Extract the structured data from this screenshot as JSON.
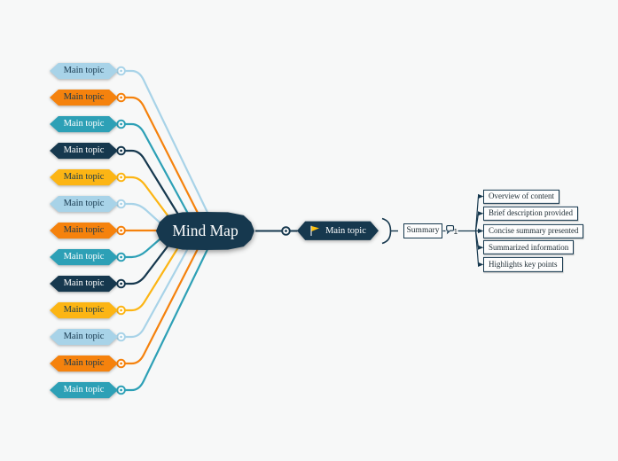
{
  "palette": {
    "light_blue": "#A8D3E8",
    "orange": "#F5820D",
    "teal": "#2DA0B6",
    "navy": "#16384E",
    "yellow": "#FCB514",
    "background": "#f7f8f8",
    "flag_yellow": "#FFC20E",
    "node_text_dark": "#16384E",
    "node_text_light": "#FFFFFF"
  },
  "left_topics": [
    {
      "label": "Main topic",
      "color": "light_blue"
    },
    {
      "label": "Main topic",
      "color": "orange"
    },
    {
      "label": "Main topic",
      "color": "teal"
    },
    {
      "label": "Main topic",
      "color": "navy"
    },
    {
      "label": "Main topic",
      "color": "yellow"
    },
    {
      "label": "Main topic",
      "color": "light_blue"
    },
    {
      "label": "Main topic",
      "color": "orange"
    },
    {
      "label": "Main topic",
      "color": "teal"
    },
    {
      "label": "Main topic",
      "color": "navy"
    },
    {
      "label": "Main topic",
      "color": "yellow"
    },
    {
      "label": "Main topic",
      "color": "light_blue"
    },
    {
      "label": "Main topic",
      "color": "orange"
    },
    {
      "label": "Main topic",
      "color": "teal"
    }
  ],
  "center_topic": {
    "label": "Mind Map"
  },
  "right_topic": {
    "label": "Main topic",
    "icon": "flag-icon"
  },
  "summary": {
    "label": "Summary",
    "comment_count": "1"
  },
  "leaf_topics": [
    "Overview of content",
    "Brief description provided",
    "Concise summary presented",
    "Summarized information",
    "Highlights key points"
  ]
}
